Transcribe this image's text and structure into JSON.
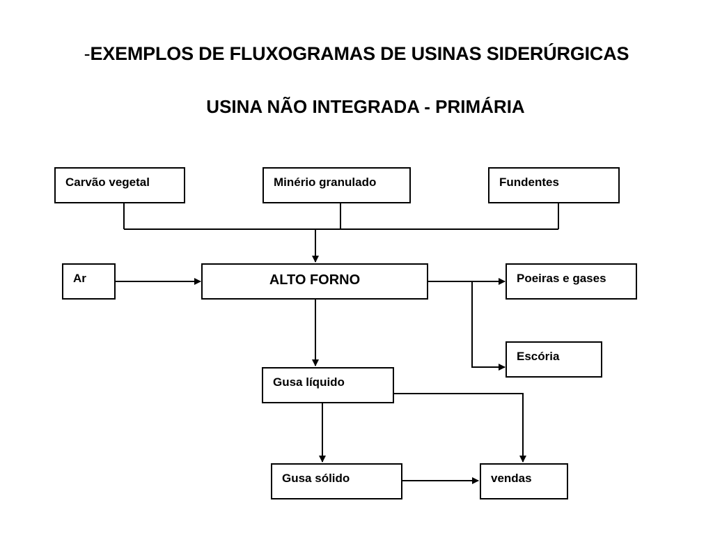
{
  "header": {
    "dash": "-",
    "title": "EXEMPLOS DE FLUXOGRAMAS DE USINAS SIDERÚRGICAS",
    "subtitle": "USINA NÃO INTEGRADA - PRIMÁRIA"
  },
  "nodes": {
    "carvao": "Carvão vegetal",
    "minerio": "Minério granulado",
    "fundentes": "Fundentes",
    "ar": "Ar",
    "alto_forno": "ALTO FORNO",
    "poeiras": "Poeiras e gases",
    "escoria": "Escória",
    "gusa_liquido": "Gusa líquido",
    "gusa_solido": "Gusa sólido",
    "vendas": "vendas"
  },
  "edges": [
    {
      "from": "Carvão vegetal",
      "to": "ALTO FORNO"
    },
    {
      "from": "Minério granulado",
      "to": "ALTO FORNO"
    },
    {
      "from": "Fundentes",
      "to": "ALTO FORNO"
    },
    {
      "from": "Ar",
      "to": "ALTO FORNO"
    },
    {
      "from": "ALTO FORNO",
      "to": "Poeiras e gases"
    },
    {
      "from": "ALTO FORNO",
      "to": "Escória"
    },
    {
      "from": "ALTO FORNO",
      "to": "Gusa líquido"
    },
    {
      "from": "Gusa líquido",
      "to": "Gusa sólido"
    },
    {
      "from": "Gusa líquido",
      "to": "vendas"
    },
    {
      "from": "Gusa sólido",
      "to": "vendas"
    }
  ]
}
